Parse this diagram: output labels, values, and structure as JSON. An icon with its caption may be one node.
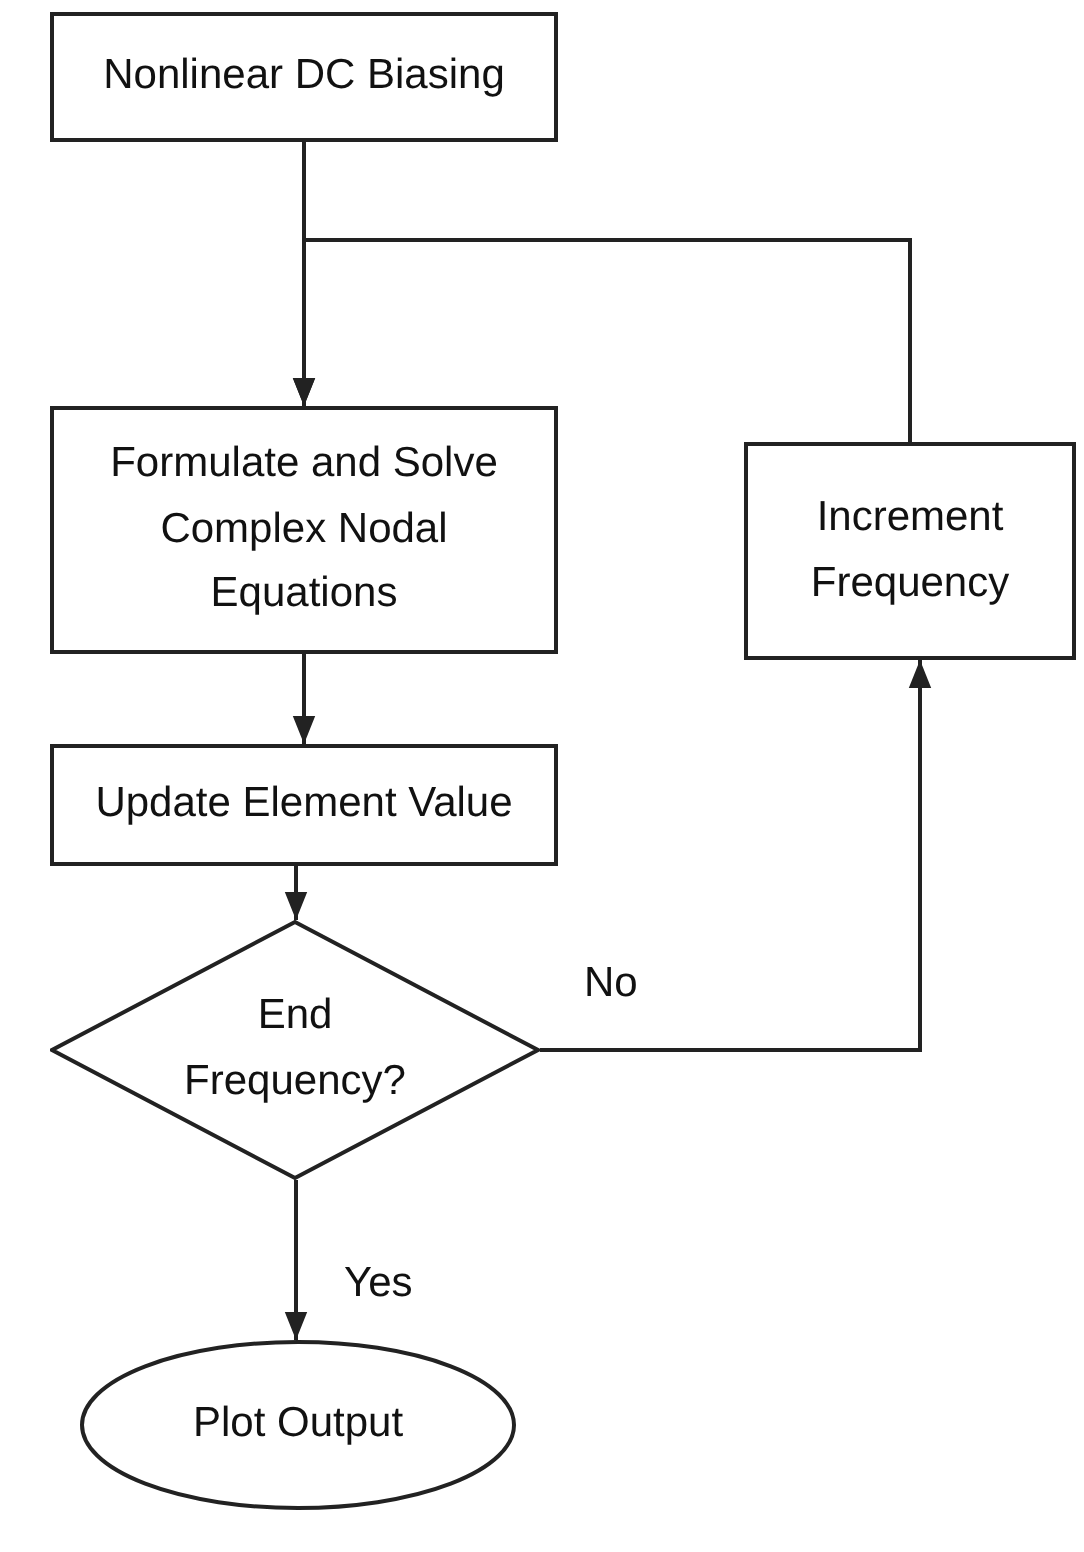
{
  "diagram": {
    "nodes": [
      {
        "text": [
          "Nonlinear DC Biasing"
        ]
      },
      {
        "text": [
          "Formulate and Solve Complex Nodal Equations"
        ]
      },
      {
        "text": [
          "Increment Frequency"
        ]
      },
      {
        "text": [
          "Update Element Value"
        ]
      },
      {
        "text": [
          "End Frequency?"
        ]
      },
      {
        "text": [
          "Plot Output"
        ]
      }
    ],
    "edges": [
      {
        "from": 0,
        "to": 1,
        "arrow": "to"
      },
      {
        "from": 2,
        "to": 1,
        "arrow": "to"
      },
      {
        "from": 1,
        "to": 3,
        "arrow": "to"
      },
      {
        "from": 3,
        "to": 4,
        "arrow": "to"
      },
      {
        "from": 4,
        "to": 2,
        "arrow": "to",
        "label": "No"
      },
      {
        "from": 4,
        "to": 5,
        "arrow": "to",
        "label": "Yes"
      }
    ]
  }
}
